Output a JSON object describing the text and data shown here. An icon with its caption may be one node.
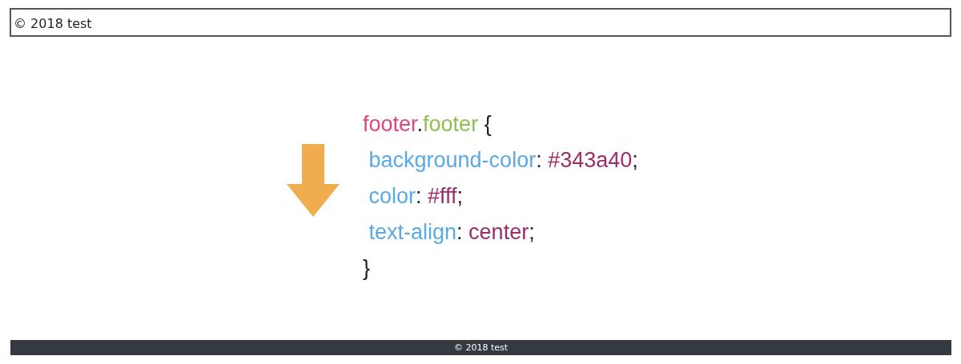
{
  "diagram": {
    "nodes": [
      {
        "text": [
          "© 2018 test"
        ]
      },
      {
        "text": [
          "© 2018 test"
        ]
      }
    ],
    "labels": [
      "footer.footer {",
      "background-color: #343a40;",
      "color: #fff;",
      "text-align: center;",
      "}"
    ]
  }
}
